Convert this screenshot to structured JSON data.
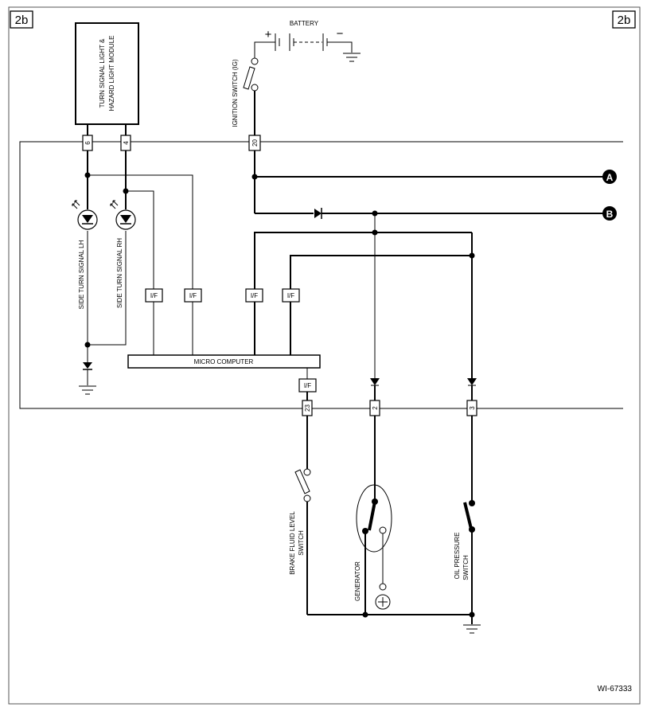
{
  "page_ref": "2b",
  "figure_id": "WI-67333",
  "markers": {
    "a": "A",
    "b": "B"
  },
  "labels": {
    "battery": "BATTERY",
    "plus_sign": "+",
    "minus_sign": "−",
    "ignition_switch": "IGNITION SWITCH (IG)",
    "module_line1": "TURN SIGNAL LIGHT &",
    "module_line2": "HAZARD LIGHT MODULE",
    "side_turn_lh": "SIDE TURN SIGNAL LH",
    "side_turn_rh": "SIDE TURN SIGNAL RH",
    "interface": "I/F",
    "micro_computer": "MICRO COMPUTER",
    "brake_line1": "BRAKE FLUID LEVEL",
    "brake_line2": "SWITCH",
    "generator": "GENERATOR",
    "oil_line1": "OIL PRESSURE",
    "oil_line2": "SWITCH"
  },
  "pins": {
    "pin6": "6",
    "pin4": "4",
    "pin20": "20",
    "pin23": "23",
    "pin2": "2",
    "pin3": "3"
  }
}
